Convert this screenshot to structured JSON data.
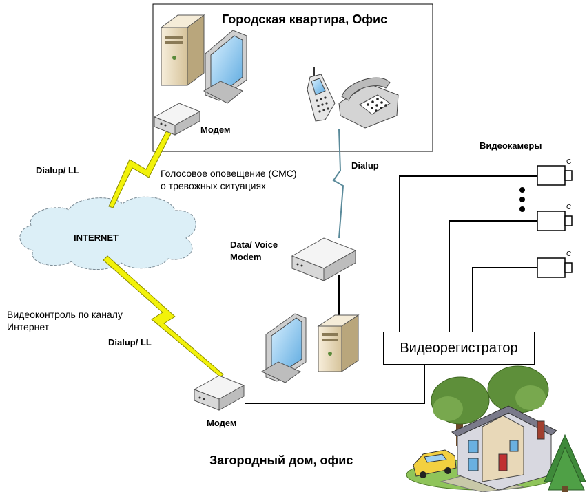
{
  "office": {
    "title": "Городская квартира, Офис",
    "modem_label": "Модем"
  },
  "links": {
    "dialup_ll_top": "Dialup/ LL",
    "dialup_ll_bottom": "Dialup/ LL",
    "dialup_phone": "Dialup"
  },
  "internet": {
    "label": "INTERNET"
  },
  "notes": {
    "sms_line1": "Голосовое оповещение (СМС)",
    "sms_line2": "о тревожных ситуациях",
    "video_line1": "Видеоконтроль по каналу",
    "video_line2": "Интернет"
  },
  "data_voice_modem": {
    "line1": "Data/ Voice",
    "line2": "Modem"
  },
  "cameras": {
    "label": "Видеокамеры",
    "mark": "С"
  },
  "recorder": {
    "label": "Видеорегистратор"
  },
  "home": {
    "modem_label": "Модем",
    "title": "Загородный дом, офис"
  },
  "colors": {
    "cloud": "#dceff7",
    "bolt": "#f2f20a",
    "case": "#efe2c6",
    "screen": "#9fd0f0"
  }
}
